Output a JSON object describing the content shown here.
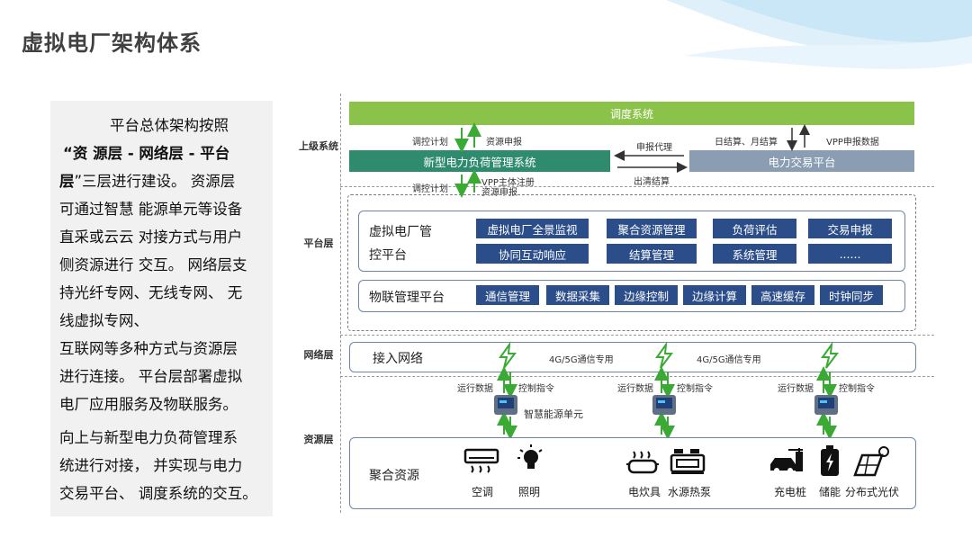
{
  "title": "虚拟电厂架构体系",
  "intro": {
    "p1a": "平台总体架构按照",
    "p1b": "“资 源层 - 网络层 - 平台",
    "p1c_bold": "层",
    "p1c_rest": "”三层进行建设。 资源层",
    "p1d": "可通过智慧  能源单元等设备",
    "p1e": "直采或云云  对接方式与用户",
    "p1f": "侧资源进行  交互。 网络层支",
    "p1g": "持光纤专网、无线专网、 无",
    "p1h": "线虚拟专网、",
    "p1i": "互联网等多种方式与资源层",
    "p1j": "进行连接。 平台层部署虚拟",
    "p1k": "电厂应用服务及物联服务。",
    "p2a": "向上与新型电力负荷管理系",
    "p2b": "统进行对接， 并实现与电力",
    "p2c": "交易平台、 调度系统的交互。"
  },
  "layers": {
    "upper": "上级系统",
    "platform": "平台层",
    "network": "网络层",
    "resource": "资源层"
  },
  "upper": {
    "dispatch": "调度系统",
    "load_mgmt": "新型电力负荷管理系统",
    "trading": "电力交易平台",
    "dispatch_ctrl": "调控计划",
    "resource_report": "资源申报",
    "report_agent": "申报代理",
    "settle_daily": "日结算、月结算",
    "vpp_report": "VPP申报数据",
    "clear_settle": "出清结算",
    "dispatch_ctrl2": "调控计划",
    "vpp_register": "VPP主体注册",
    "resource_report2": "资源申报"
  },
  "platform": {
    "vpp_label_1": "虚拟电厂管",
    "vpp_label_2": "控平台",
    "row1": [
      "虚拟电厂全景监视",
      "聚合资源管理",
      "负荷评估",
      "交易申报"
    ],
    "row2": [
      "协同互动响应",
      "结算管理",
      "系统管理",
      "......"
    ],
    "iot_label": "物联管理平台",
    "iot": [
      "通信管理",
      "数据采集",
      "边缘控制",
      "边缘计算",
      "高速缓存",
      "时钟同步"
    ]
  },
  "network": {
    "access": "接入网络",
    "comm1": "4G/5G通信专用",
    "comm2": "4G/5G通信专用"
  },
  "resource": {
    "run_data_1": "运行数据",
    "ctrl_cmd_1": "控制指令",
    "run_data_2": "运行数据",
    "ctrl_cmd_2": "控制指令",
    "run_data_3": "运行数据",
    "ctrl_cmd_3": "控制指令",
    "energy_unit": "智慧能源单元",
    "aggregate": "聚合资源",
    "devices": [
      "空调",
      "照明",
      "电炊具",
      "水源热泵",
      "充电桩",
      "储能",
      "分布式光伏"
    ]
  },
  "colors": {
    "green": "#8bc34a",
    "teal": "#2e8b6e",
    "gray_blue": "#8a9db3",
    "navy": "#2b4d8a",
    "arrow_green": "#3aaa35"
  }
}
